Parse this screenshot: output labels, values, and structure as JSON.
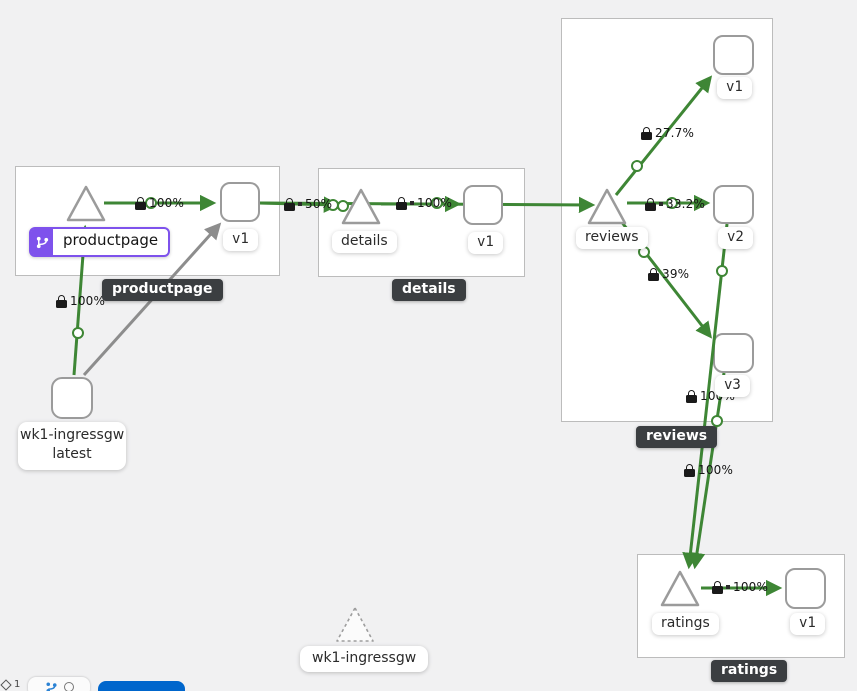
{
  "graph": {
    "groups": {
      "productpage": {
        "badge": "productpage"
      },
      "details": {
        "badge": "details"
      },
      "reviews": {
        "badge": "reviews"
      },
      "ratings": {
        "badge": "ratings"
      }
    },
    "nodes": {
      "productpage": {
        "label": "productpage"
      },
      "productpage_v1": {
        "label": "v1"
      },
      "details": {
        "label": "details"
      },
      "details_v1": {
        "label": "v1"
      },
      "reviews": {
        "label": "reviews"
      },
      "reviews_v1": {
        "label": "v1"
      },
      "reviews_v2": {
        "label": "v2"
      },
      "reviews_v3": {
        "label": "v3"
      },
      "ratings": {
        "label": "ratings"
      },
      "ratings_v1": {
        "label": "v1"
      },
      "ingress_workload": {
        "line1": "wk1-ingressgw",
        "line2": "latest"
      },
      "ingress_idle": {
        "label": "wk1-ingressgw"
      }
    },
    "edge_labels": {
      "ingress_to_productpage": "100%",
      "productpage_to_v1": "100%",
      "productpage_to_details": "50%",
      "details_to_v1": "100%",
      "reviews_to_v1": "27.7%",
      "reviews_to_v2": "33.2%",
      "reviews_to_v3": "39%",
      "reviews_v2_to_ratings": "100%",
      "reviews_v3_to_ratings": "100%",
      "ratings_to_v1": "100%"
    }
  },
  "app_badge": {
    "label": "productpage"
  },
  "toolbar": {
    "mini_label": "1"
  },
  "colors": {
    "edge_healthy_green": "#3e8635",
    "edge_unknown_gray": "#8d8d8d",
    "app_badge_purple": "#7e52ec",
    "group_badge_bg": "#3b3e41",
    "primary_button_blue": "#0066cc",
    "canvas_bg": "#f1f1f2"
  }
}
